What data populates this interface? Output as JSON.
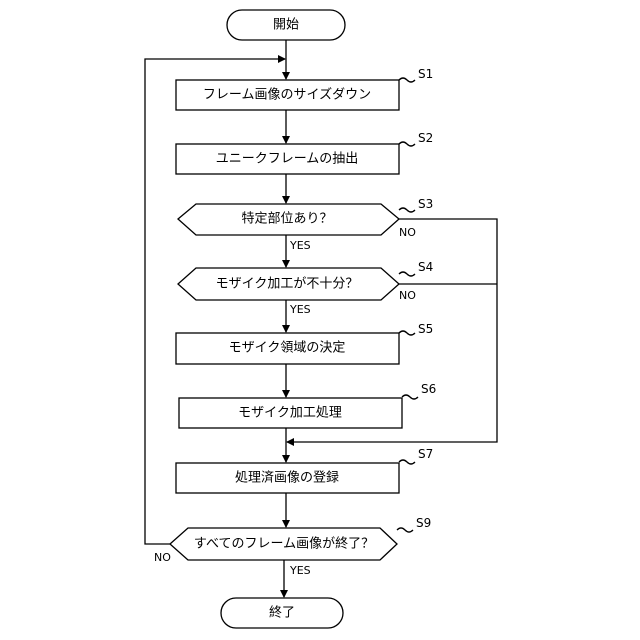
{
  "start": "開始",
  "end": "終了",
  "steps": {
    "s1": {
      "id": "S1",
      "label": "フレーム画像のサイズダウン"
    },
    "s2": {
      "id": "S2",
      "label": "ユニークフレームの抽出"
    },
    "s3": {
      "id": "S3",
      "label": "特定部位あり？"
    },
    "s4": {
      "id": "S4",
      "label": "モザイク加工が不十分？"
    },
    "s5": {
      "id": "S5",
      "label": "モザイク領域の決定"
    },
    "s6": {
      "id": "S6",
      "label": "モザイク加工処理"
    },
    "s7": {
      "id": "S7",
      "label": "処理済画像の登録"
    },
    "s9": {
      "id": "S9",
      "label": "すべてのフレーム画像が終了？"
    }
  },
  "branches": {
    "s3_yes": "YES",
    "s3_no": "NO",
    "s4_yes": "YES",
    "s4_no": "NO",
    "s9_yes": "YES",
    "s9_no": "NO"
  }
}
